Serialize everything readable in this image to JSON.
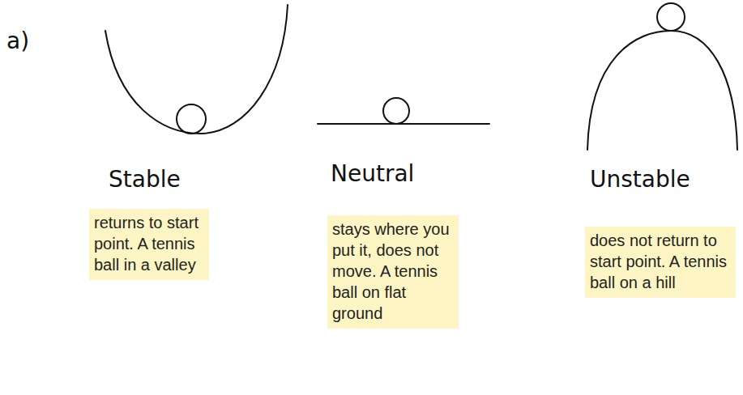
{
  "diagram": {
    "nodes": [
      {
        "text": [
          "returns to start point. A tennis ball in a valley"
        ]
      },
      {
        "text": [
          "stays where you put it, does not move. A tennis ball on flat ground"
        ]
      },
      {
        "text": [
          "does not return to start point. A tennis ball on a hill"
        ]
      }
    ],
    "labels": [
      "a)",
      "Stable",
      "Neutral",
      "Unstable"
    ]
  }
}
